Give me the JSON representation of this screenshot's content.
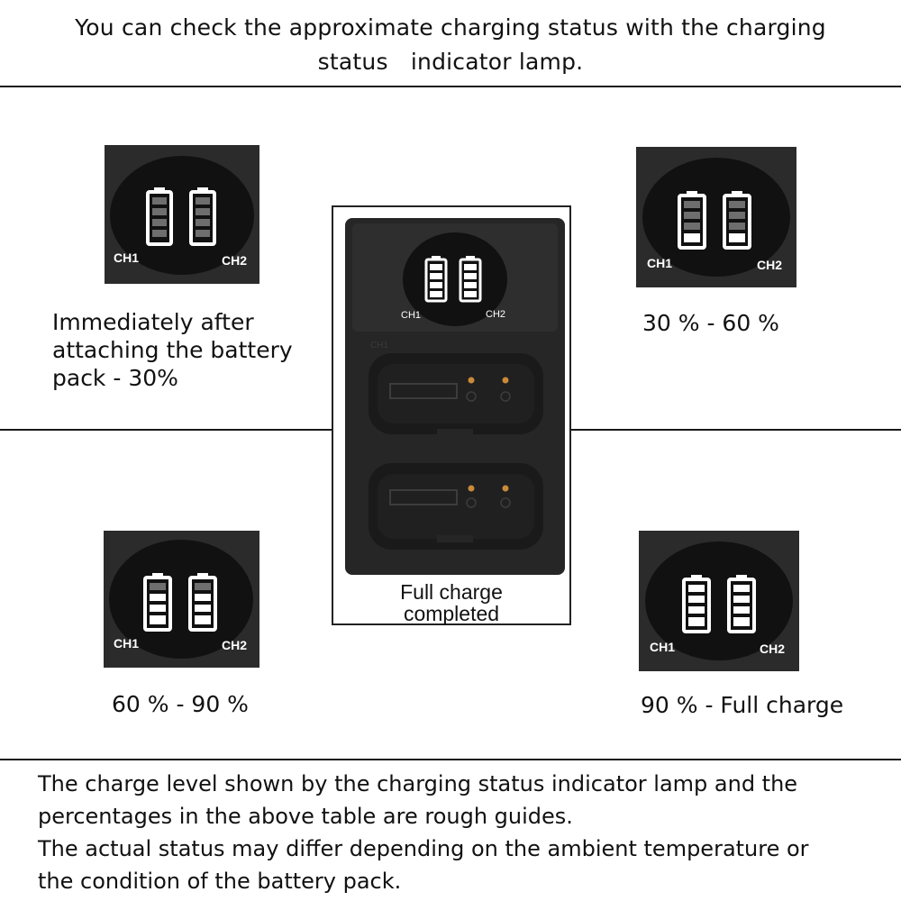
{
  "header": {
    "line1": "You can check the approximate charging status with the charging",
    "line2": "status　indicator lamp."
  },
  "panels": {
    "ch1": "CH1",
    "ch2": "CH2"
  },
  "states": {
    "top_left": "Immediately after attaching the battery pack - 30%",
    "top_left_lines": [
      "Immediately after",
      "attaching the battery",
      "pack - 30%"
    ],
    "top_right": "30 % - 60 %",
    "bottom_left": "60 % - 90 %",
    "bottom_right": "90 % - Full charge",
    "center_line1": "Full charge",
    "center_line2": "completed"
  },
  "charge_levels": {
    "top_left": 0.3,
    "top_right": 0.6,
    "bottom_left": 0.9,
    "bottom_right": 1.0,
    "center": 1.0
  },
  "footer": {
    "line1": "The charge level shown by the charging status indicator lamp and the",
    "line2": "percentages in the above table are rough guides.",
    "line3": "The actual status may differ depending on the ambient temperature or",
    "line4": "the condition of the battery pack."
  },
  "colors": {
    "panel_bg": "#2b2b2b",
    "glow": "#ffffff",
    "dim_bar": "#6e6e6e"
  }
}
